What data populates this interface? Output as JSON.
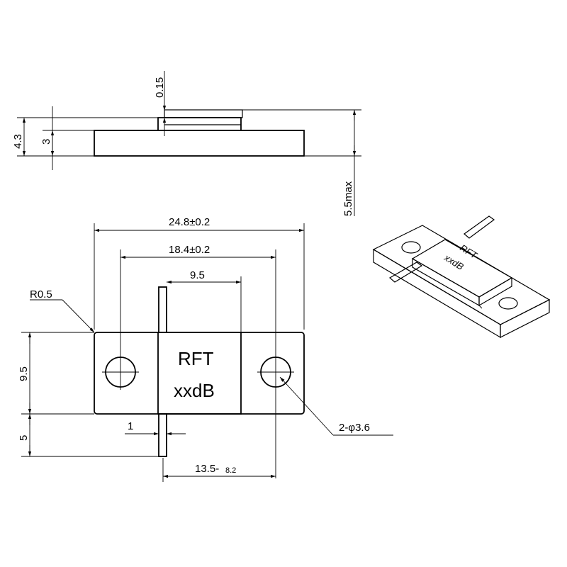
{
  "side_view": {
    "dim_015": "0.15",
    "dim_43": "4.3",
    "dim_3": "3",
    "dim_55max": "5.5max"
  },
  "top_view": {
    "dim_248": "24.8±0.2",
    "dim_184": "18.4±0.2",
    "dim_95_width": "9.5",
    "dim_r05": "R0.5",
    "dim_95_height": "9.5",
    "dim_5": "5",
    "dim_1": "1",
    "dim_135": "13.5-",
    "dim_135_tol": "8.2",
    "dim_holes": "2-φ3.6",
    "marking_line1": "RFT",
    "marking_line2": "xxdB"
  },
  "iso_view": {
    "marking_line1": "RFT",
    "marking_line2": "xxdB"
  }
}
